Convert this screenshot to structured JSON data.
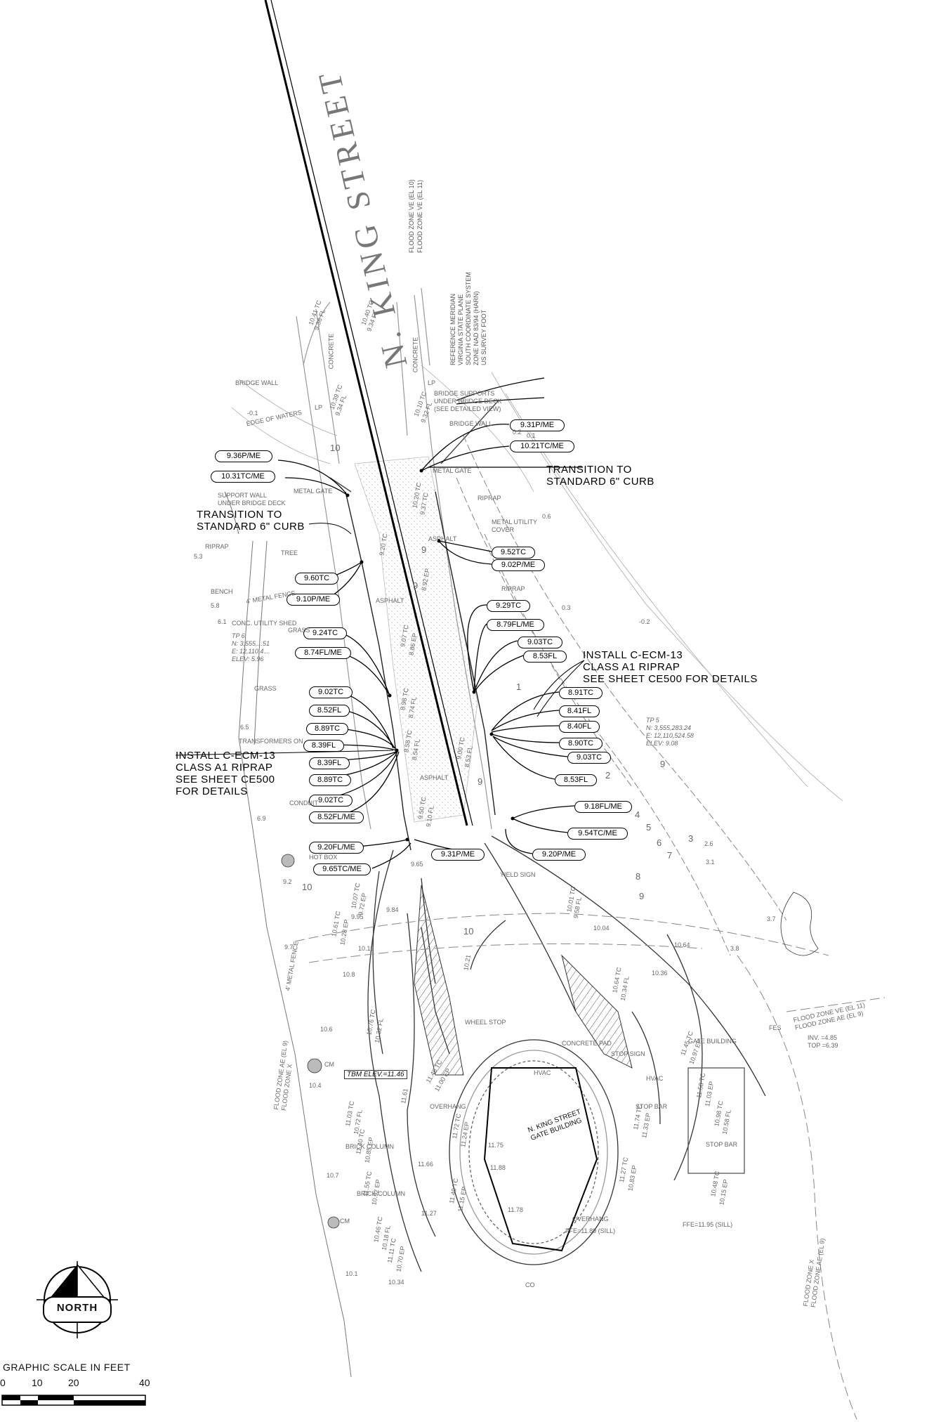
{
  "street_name": "N. KING STREET",
  "datum_note": [
    "REFERENCE MERIDIAN",
    "VIRGINIA STATE PLANE",
    "SOUTH COORDINATE SYSTEM",
    "ZONE NAD 83/94 (HARN)",
    "US SURVEY FOOT"
  ],
  "flood_zone_top": [
    "FLOOD ZONE VE (EL 10)",
    "FLOOD ZONE VE (EL 11)"
  ],
  "transition_note": "TRANSITION TO\nSTANDARD 6\" CURB",
  "riprap_note_right": "INSTALL C-ECM-13\nCLASS A1 RIPRAP\nSEE SHEET CE500 FOR DETAILS",
  "riprap_note_left": "INSTALL C-ECM-13\nCLASS A1 RIPRAP\nSEE SHEET CE500\nFOR DETAILS",
  "tp6": [
    "TP 6",
    "N: 3,555,...51",
    "E: 12,110,4...",
    "ELEV: 5.96"
  ],
  "tp5": [
    "TP 5",
    "N: 3,555,283.24",
    "E: 12,110,524.58",
    "ELEV: 9.08"
  ],
  "site_labels": {
    "bridge_wall_left": "BRIDGE WALL",
    "bridge_wall_right": "BRIDGE WALL",
    "bridge_supports": [
      "BRIDGE SUPPORTS",
      "UNDER BRIDGE DECK",
      "(SEE DETAILED VIEW)"
    ],
    "edge_of_waters": "EDGE OF WATERS",
    "metal_gate_left": "METAL GATE",
    "metal_gate_right": "METAL GATE",
    "support_wall": [
      "SUPPORT WALL",
      "UNDER BRIDGE DECK"
    ],
    "riprap_left": "RIPRAP",
    "riprap_right1": "RIPRAP",
    "riprap_right2": "RIPRAP",
    "tree": "TREE",
    "bench": "BENCH",
    "metal_fence_top": "4' METAL FENCE",
    "conc_utility_shed": "CONC. UTILITY SHED",
    "grass_1": "GRASS",
    "grass_2": "GRASS",
    "metal_utility_cover": [
      "METAL UTILITY",
      "COVER"
    ],
    "asphalt_1": "ASPHALT",
    "asphalt_2": "ASPHALT",
    "asphalt_3": "ASPHALT",
    "concrete_1": "CONCRETE",
    "concrete_2": "CONCRETE",
    "transformers": "TRANSFORMERS ON",
    "yield_sign": "YIELD SIGN",
    "metal_fence_side": "4' METAL FENCE",
    "hot_box": "HOT BOX",
    "conduit": "CONDUIT",
    "gate_building": "GATE BUILDING",
    "stop_bar_1": "STOP BAR",
    "stop_bar_2": "STOP BAR",
    "stop_sign": "STOP SIGN",
    "concrete_pad": "CONCRETE PAD",
    "hvac_1": "HVAC",
    "hvac_2": "HVAC",
    "wheel_stop": "WHEEL STOP",
    "overhang_1": "OVERHANG",
    "overhang_2": "OVERHANG",
    "brick_column_1": "BRICK COLUMN",
    "brick_column_2": "BRICK COLUMN",
    "tbm": "TBM ELEV.=11.46",
    "ffe_1": "FFE=11.89 (SILL)",
    "ffe_2": "FFE=11.95 (SILL)",
    "building_name": [
      "N. KING STREET",
      "GATE BUILDING"
    ],
    "fes": "FES",
    "inv": [
      "INV. =4.85",
      "TOP =6.39"
    ],
    "flood_zone_right": [
      "FLOOD ZONE VE (EL 11)",
      "FLOOD ZONE AE (EL 9)"
    ],
    "flood_zone_left": [
      "FLOOD ZONE AE (EL 9)",
      "FLOOD ZONE X"
    ],
    "flood_zone_bottom": [
      "FLOOD ZONE X",
      "FLOOD ZONE AE (EL 9)"
    ],
    "lp_1": "LP",
    "lp_2": "LP",
    "cm_1": "CM",
    "cm_2": "CM",
    "co": "CO"
  },
  "elevation_labels_left": [
    "9.36P/ME",
    "10.31TC/ME",
    "9.60TC",
    "9.10P/ME",
    "9.24TC",
    "8.74FL/ME",
    "9.02TC",
    "8.52FL",
    "8.89TC",
    "8.39FL",
    "8.39FL",
    "8.89TC",
    "9.02TC",
    "8.52FL/ME",
    "9.20FL/ME",
    "9.65TC/ME"
  ],
  "elevation_labels_right": [
    "9.31P/ME",
    "10.21TC/ME",
    "9.52TC",
    "9.02P/ME",
    "9.29TC",
    "8.79FL/ME",
    "9.03TC",
    "8.53FL",
    "8.91TC",
    "8.41FL",
    "8.40FL",
    "8.90TC",
    "9.03TC",
    "8.53FL",
    "9.18FL/ME",
    "9.54TC/ME",
    "9.20P/ME",
    "9.31P/ME"
  ],
  "spot_elevations": [
    "10.41 TC",
    "9.36 FL",
    "10.40 TC",
    "9.34 FL",
    "10.39 TC",
    "9.34 FL",
    "10.10 TC",
    "9.32 FL",
    "10.20 TC",
    "9.37 TC",
    "9.20 TC",
    "8.92 EP",
    "9.07 TC",
    "8.86 EP",
    "8.98 TC",
    "8.74 FL",
    "8.58 TC",
    "8.54 FL",
    "9.00 TC",
    "8.53 FL",
    "9.50 TC",
    "9.10 FL",
    "10.07 TC",
    "9.72 EP",
    "10.61 TC",
    "10.28 EP",
    "10.76 TC",
    "10.32 FL",
    "11.03 TC",
    "10.72 FL",
    "11.40 TC",
    "10.85 EP",
    "11.55 TC",
    "10.92 EP",
    "10.46 TC",
    "10.18 FL",
    "11.11 TC",
    "10.70 EP",
    "11.46 TC",
    "11.00 EP",
    "11.72 TC",
    "11.24 EP",
    "11.49 TC",
    "11.15 EP",
    "11.45 TC",
    "10.97 EP",
    "11.58 TC",
    "11.03 EP",
    "10.98 TC",
    "10.58 FL",
    "10.48 TC",
    "10.15 EP",
    "10.01 TC",
    "9.58 FL",
    "10.64 TC",
    "10.34 FL",
    "11.74 TC",
    "11.33 EP",
    "11.27 TC",
    "10.83 EP",
    "9.65",
    "9.84",
    "9.95",
    "10.19",
    "10.21",
    "10.04",
    "10.36",
    "10.64",
    "11.61",
    "11.66",
    "11.75",
    "11.88",
    "11.78",
    "11.27",
    "10.34",
    "10.1",
    "10.8",
    "10.6",
    "10.4",
    "10.7",
    "9.7",
    "9.2",
    "6.9",
    "6.5",
    "6.1",
    "5.8",
    "5.3",
    "0.3",
    "0.2",
    "-0.2",
    "-0.1",
    "0.6",
    "0.1",
    "3.7",
    "2.6",
    "3.1",
    "3.8"
  ],
  "contours": [
    "9",
    "9",
    "9",
    "10",
    "10",
    "10",
    "1",
    "2",
    "3",
    "4",
    "5",
    "6",
    "7",
    "8",
    "9",
    "9"
  ],
  "compass_label": "NORTH",
  "scale": {
    "title": "GRAPHIC SCALE IN FEET",
    "ticks": [
      "0",
      "10",
      "20",
      "40"
    ]
  }
}
